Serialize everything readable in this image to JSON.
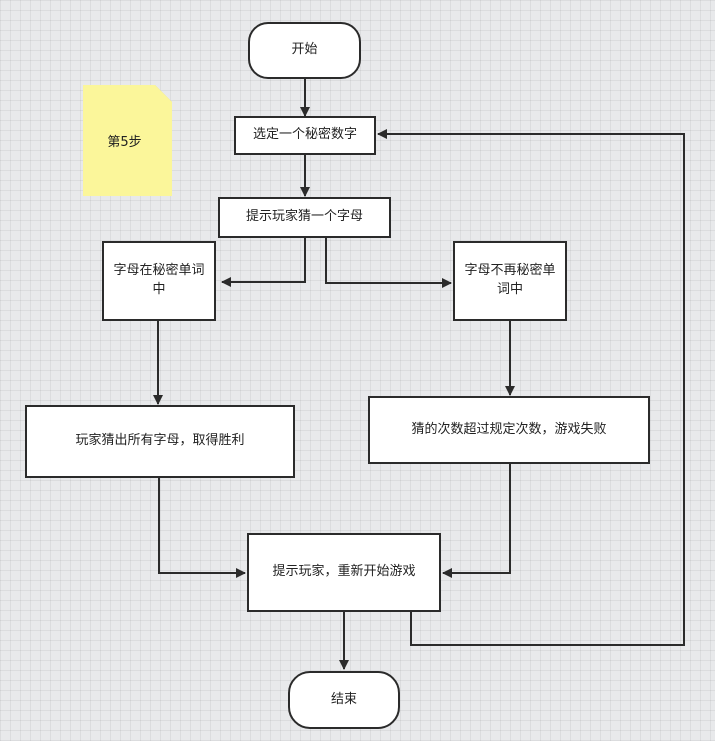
{
  "diagram": {
    "note": "第5步",
    "nodes": {
      "start": "开始",
      "choose_secret": "选定一个秘密数字",
      "prompt_guess": "提示玩家猜一个字母",
      "letter_in_word": "字母在秘密单词中",
      "letter_not_in_word": "字母不再秘密单词中",
      "win": "玩家猜出所有字母，取得胜利",
      "lose": "猜的次数超过规定次数，游戏失败",
      "restart": "提示玩家，重新开始游戏",
      "end": "结束"
    },
    "edges": [
      {
        "from": "开始",
        "to": "选定一个秘密数字"
      },
      {
        "from": "选定一个秘密数字",
        "to": "提示玩家猜一个字母"
      },
      {
        "from": "提示玩家猜一个字母",
        "to": "字母在秘密单词中"
      },
      {
        "from": "提示玩家猜一个字母",
        "to": "字母不再秘密单词中"
      },
      {
        "from": "字母在秘密单词中",
        "to": "玩家猜出所有字母，取得胜利"
      },
      {
        "from": "字母不再秘密单词中",
        "to": "猜的次数超过规定次数，游戏失败"
      },
      {
        "from": "玩家猜出所有字母，取得胜利",
        "to": "提示玩家，重新开始游戏"
      },
      {
        "from": "猜的次数超过规定次数，游戏失败",
        "to": "提示玩家，重新开始游戏"
      },
      {
        "from": "提示玩家，重新开始游戏",
        "to": "结束"
      },
      {
        "from": "提示玩家，重新开始游戏",
        "to": "选定一个秘密数字"
      }
    ]
  },
  "colors": {
    "canvas": "#e8e9eb",
    "node_fill": "#ffffff",
    "stroke": "#2b2b2b",
    "note": "#fbf69a"
  }
}
